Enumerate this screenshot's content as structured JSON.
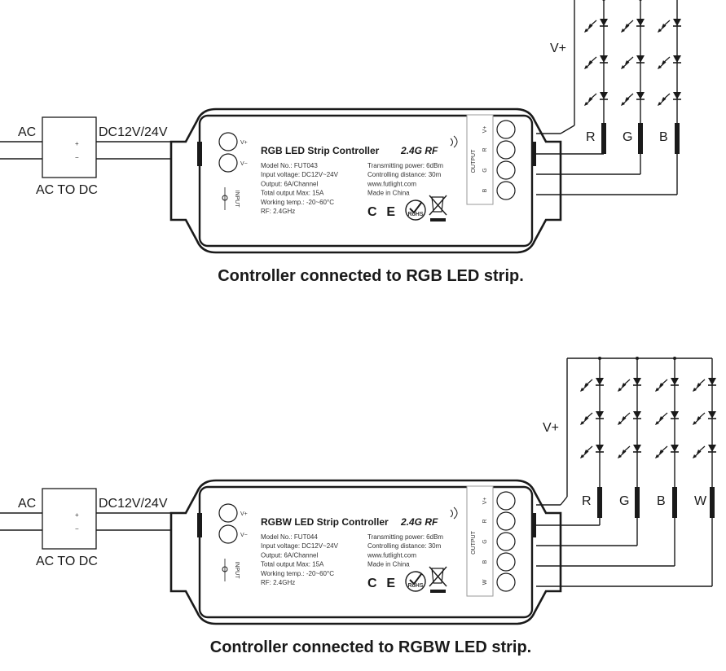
{
  "diagrams": [
    {
      "id": "rgb",
      "caption": "Controller connected to RGB LED strip.",
      "ac_label": "AC",
      "dc_label": "DC12V/24V",
      "psu_label": "AC TO DC",
      "psu_plus": "+",
      "psu_minus": "−",
      "vplus_label": "V+",
      "controller": {
        "title": "RGB LED Strip Controller",
        "rf_logo": "2.4G RF",
        "in_vplus": "V+",
        "in_vminus": "V−",
        "input_label": "INPUT",
        "output_label": "OUTPUT",
        "output_pins": [
          "V+",
          "R",
          "G",
          "B"
        ],
        "left_specs": [
          "Model No.: FUT043",
          "Input voltage: DC12V~24V",
          "Output: 6A/Channel",
          "Total output Max: 15A",
          "Working temp.: -20~60°C",
          "RF: 2.4GHz"
        ],
        "right_specs": [
          "Transmitting power: 6dBm",
          "Controlling distance: 30m",
          "www.futlight.com",
          "Made in China"
        ],
        "ce_mark": "CE",
        "rohs_mark": "RoHS"
      },
      "channels": [
        "R",
        "G",
        "B"
      ]
    },
    {
      "id": "rgbw",
      "caption": "Controller connected to RGBW LED strip.",
      "ac_label": "AC",
      "dc_label": "DC12V/24V",
      "psu_label": "AC TO DC",
      "psu_plus": "+",
      "psu_minus": "−",
      "vplus_label": "V+",
      "controller": {
        "title": "RGBW LED Strip Controller",
        "rf_logo": "2.4G RF",
        "in_vplus": "V+",
        "in_vminus": "V−",
        "input_label": "INPUT",
        "output_label": "OUTPUT",
        "output_pins": [
          "V+",
          "R",
          "G",
          "B",
          "W"
        ],
        "left_specs": [
          "Model No.: FUT044",
          "Input voltage: DC12V~24V",
          "Output: 6A/Channel",
          "Total output Max: 15A",
          "Working temp.: -20~60°C",
          "RF: 2.4GHz"
        ],
        "right_specs": [
          "Transmitting power: 6dBm",
          "Controlling distance: 30m",
          "www.futlight.com",
          "Made in China"
        ],
        "ce_mark": "CE",
        "rohs_mark": "RoHS"
      },
      "channels": [
        "R",
        "G",
        "B",
        "W"
      ]
    }
  ]
}
